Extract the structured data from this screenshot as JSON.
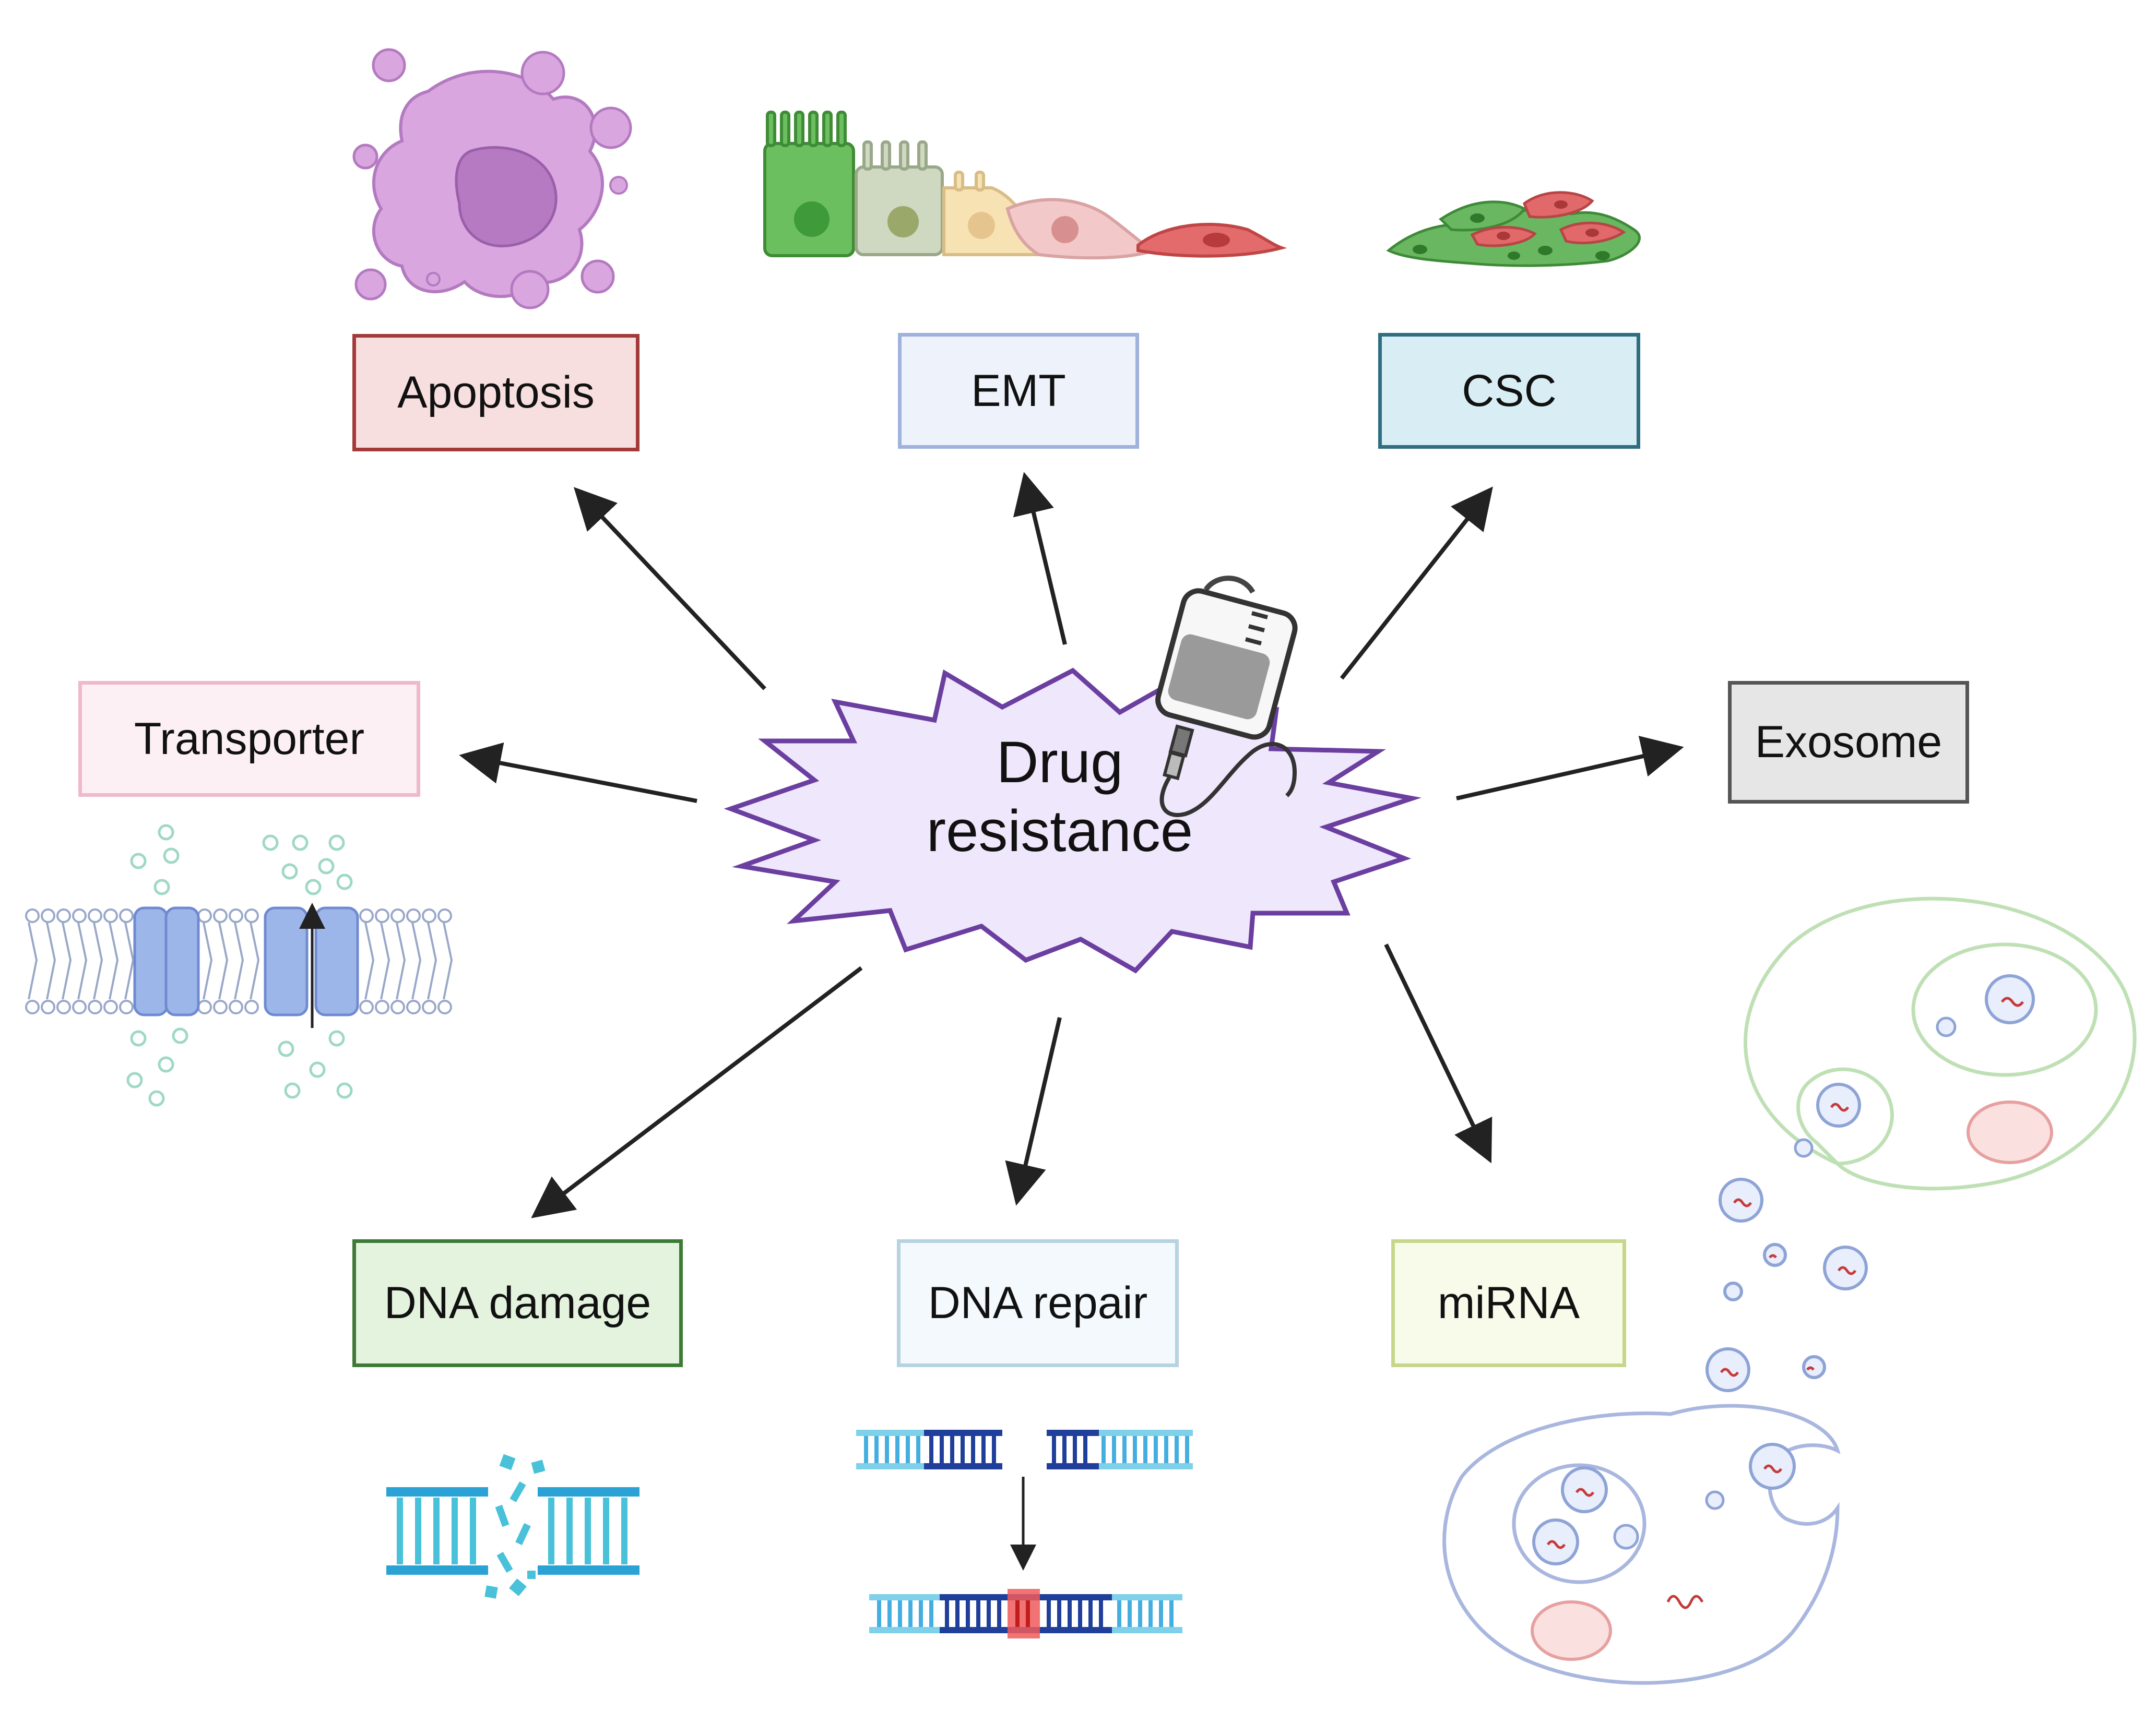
{
  "center": {
    "line1": "Drug",
    "line2": "resistance"
  },
  "mechanisms": {
    "apoptosis": "Apoptosis",
    "emt": "EMT",
    "csc": "CSC",
    "transporter": "Transporter",
    "exosome": "Exosome",
    "dna_damage": "DNA damage",
    "dna_repair": "DNA repair",
    "mirna": "miRNA"
  },
  "colors": {
    "apoptosis_border": "#a33a3a",
    "apoptosis_fill": "#f8dfdf",
    "emt_border": "#9fb2dd",
    "emt_fill": "#eef2fb",
    "csc_border": "#2f6d80",
    "csc_fill": "#d8eef4",
    "transporter_border": "#efb8cc",
    "transporter_fill": "#fdf0f5",
    "exosome_border": "#555555",
    "exosome_fill": "#e6e6e6",
    "dna_damage_border": "#3c7a36",
    "dna_damage_fill": "#e3f3dd",
    "dna_repair_border": "#b5d3e0",
    "dna_repair_fill": "#f3f9fc",
    "mirna_border": "#c6d68a",
    "mirna_fill": "#f8fbea",
    "starburst_border": "#6b3fa0",
    "starburst_fill": "#efe7fb"
  },
  "icons": [
    "apoptotic-cell-icon",
    "emt-cells-icon",
    "stem-cell-cluster-icon",
    "iv-drug-bag-icon",
    "membrane-transporter-icon",
    "exosome-vesicle-icon",
    "broken-dna-icon",
    "dna-repair-icon"
  ]
}
